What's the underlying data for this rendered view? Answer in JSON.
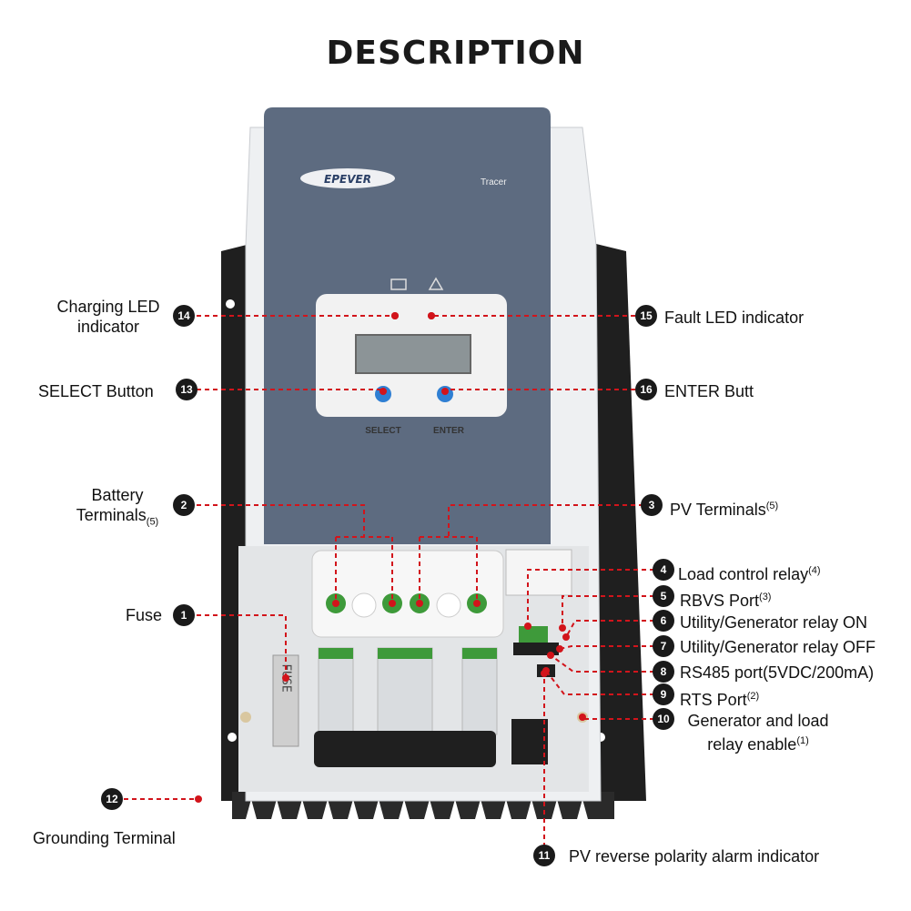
{
  "title": "DESCRIPTION",
  "device": {
    "brand": "EPEVER",
    "model": "Tracer",
    "select_label": "SELECT",
    "enter_label": "ENTER",
    "fuse_text": "FUSE"
  },
  "labels": {
    "l1": "Fuse",
    "l2_line1": "Battery",
    "l2_line2": "Terminals",
    "l2_ref": "(5)",
    "l3": "PV Terminals",
    "l3_ref": "(5)",
    "l4": "Load control relay",
    "l4_ref": "(4)",
    "l5": "RBVS Port",
    "l5_ref": "(3)",
    "l6": "Utility/Generator relay ON",
    "l7": "Utility/Generator relay OFF",
    "l8": "RS485 port(5VDC/200mA)",
    "l9": "RTS Port",
    "l9_ref": "(2)",
    "l10_line1": "Generator and load",
    "l10_line2": "relay enable",
    "l10_ref": "(1)",
    "l11": "PV reverse polarity alarm indicator",
    "l12": "Grounding Terminal",
    "l13": "SELECT Button",
    "l14_line1": "Charging LED",
    "l14_line2": "indicator",
    "l15": "Fault LED indicator",
    "l16": "ENTER Butt"
  },
  "badges": [
    "1",
    "2",
    "3",
    "4",
    "5",
    "6",
    "7",
    "8",
    "9",
    "10",
    "11",
    "12",
    "13",
    "14",
    "15",
    "16"
  ],
  "colors": {
    "leader": "#d2141b",
    "badge": "#1a1a1a",
    "panel": "#5d6b80",
    "heatsink": "#1f1f1f",
    "button": "#2f7fd3",
    "terminal_green": "#3e9a3a"
  }
}
